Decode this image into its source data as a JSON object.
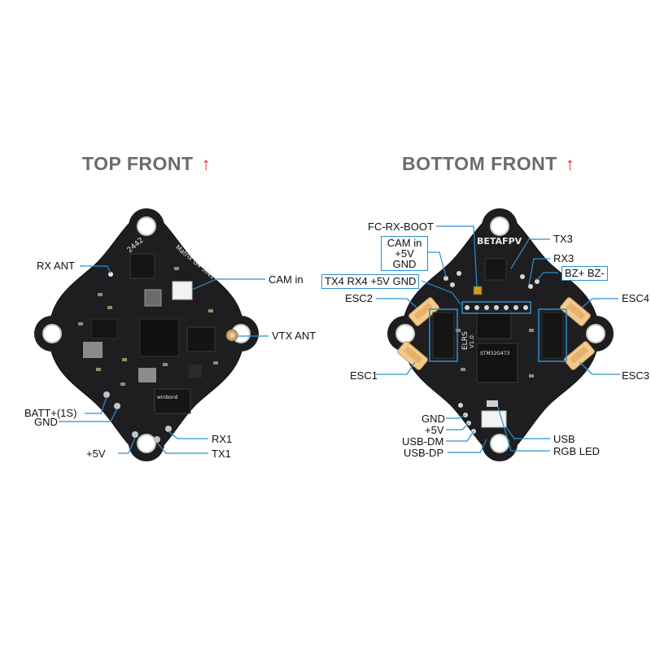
{
  "headings": {
    "top": "TOP FRONT",
    "bottom": "BOTTOM FRONT",
    "arrow": "↑"
  },
  "top_labels": {
    "rx_ant": "RX ANT",
    "cam_in": "CAM in",
    "vtx_ant": "VTX ANT",
    "batt": "BATT+(1S)",
    "gnd": "GND",
    "rx1": "RX1",
    "plus5v": "+5V",
    "tx1": "TX1"
  },
  "bottom_labels": {
    "fc_rx_boot": "FC-RX-BOOT",
    "cam_in": "CAM in",
    "cam_5v": "+5V",
    "cam_gnd": "GND",
    "tx3": "TX3",
    "rx3": "RX3",
    "bz": "BZ+ BZ-",
    "uart4": "TX4  RX4  +5V  GND",
    "esc2": "ESC2",
    "esc4": "ESC4",
    "esc1": "ESC1",
    "esc3": "ESC3",
    "gnd": "GND",
    "plus5v": "+5V",
    "usb_dm": "USB-DM",
    "usb_dp": "USB-DP",
    "usb": "USB",
    "rgb_led": "RGB LED"
  },
  "silkscreen": {
    "top_board_code": "2442",
    "top_board_name": "Matrix G4 5IN1",
    "bottom_brand": "BETAFPV",
    "bottom_elrs": "ELRS",
    "bottom_version": "V1.0",
    "top_chip_brand": "winbond",
    "mcu_marking": "STM32G473"
  },
  "colors": {
    "heading": "#6b6b6b",
    "arrow": "#e8262a",
    "leader": "#2b8fcf",
    "board": "#1c1c1e",
    "connector": "#f4c98e"
  }
}
